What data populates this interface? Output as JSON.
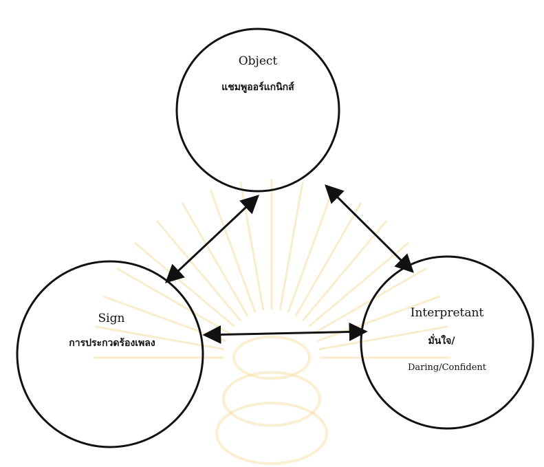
{
  "diagram": {
    "type": "triadic-sign-model",
    "nodes": {
      "object": {
        "title": "Object",
        "subtitle": "แชมพูออร์แกนิกส์"
      },
      "sign": {
        "title": "Sign",
        "subtitle": "การประกวดร้องเพลง"
      },
      "interpretant": {
        "title": "Interpretant",
        "subtitle": "มั่นใจ/",
        "subtitle2": "Daring/Confident"
      }
    },
    "connections": [
      {
        "from": "object",
        "to": "sign",
        "style": "double-arrow"
      },
      {
        "from": "object",
        "to": "interpretant",
        "style": "double-arrow"
      },
      {
        "from": "sign",
        "to": "interpretant",
        "style": "double-arrow"
      }
    ],
    "colors": {
      "ink": "#111111",
      "background": "#ffffff",
      "watermark": "#f3dc9a"
    },
    "watermark": {
      "type": "institutional seal",
      "color": "gold"
    }
  }
}
